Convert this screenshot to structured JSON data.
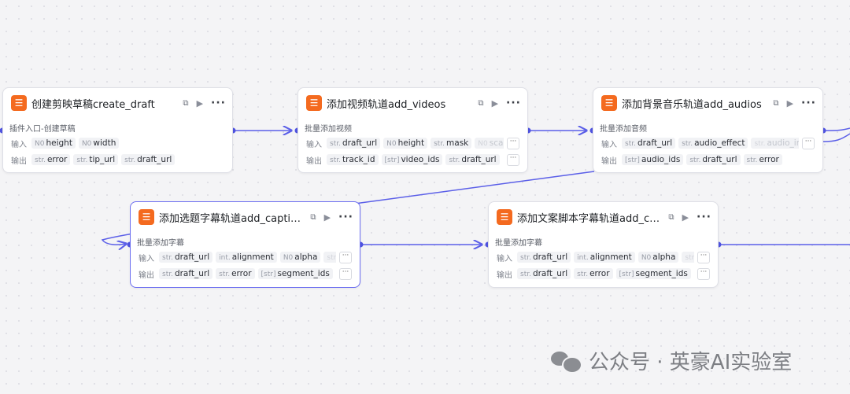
{
  "nodes": [
    {
      "title": "创建剪映草稿create_draft",
      "description": "插件入口-创建草稿",
      "input_label": "输入",
      "output_label": "输出",
      "inputs": [
        {
          "type": "N0",
          "name": "height"
        },
        {
          "type": "N0",
          "name": "width"
        }
      ],
      "outputs": [
        {
          "type": "str.",
          "name": "error"
        },
        {
          "type": "str.",
          "name": "tip_url"
        },
        {
          "type": "str.",
          "name": "draft_url"
        }
      ]
    },
    {
      "title": "添加视频轨道add_videos",
      "description": "批量添加视频",
      "input_label": "输入",
      "output_label": "输出",
      "inputs": [
        {
          "type": "str.",
          "name": "draft_url"
        },
        {
          "type": "N0",
          "name": "height"
        },
        {
          "type": "str.",
          "name": "mask"
        },
        {
          "type": "N0",
          "name": "scale"
        }
      ],
      "outputs": [
        {
          "type": "str.",
          "name": "track_id"
        },
        {
          "type": "[str]",
          "name": "video_ids"
        },
        {
          "type": "str.",
          "name": "draft_url"
        }
      ]
    },
    {
      "title": "添加背景音乐轨道add_audios",
      "description": "批量添加音频",
      "input_label": "输入",
      "output_label": "输出",
      "inputs": [
        {
          "type": "str.",
          "name": "draft_url"
        },
        {
          "type": "str.",
          "name": "audio_effect"
        },
        {
          "type": "str.",
          "name": "audio_inf"
        }
      ],
      "outputs": [
        {
          "type": "[str]",
          "name": "audio_ids"
        },
        {
          "type": "str.",
          "name": "draft_url"
        },
        {
          "type": "str.",
          "name": "error"
        }
      ]
    },
    {
      "title": "添加选题字幕轨道add_capti…",
      "description": "批量添加字幕",
      "input_label": "输入",
      "output_label": "输出",
      "inputs": [
        {
          "type": "str.",
          "name": "draft_url"
        },
        {
          "type": "int.",
          "name": "alignment"
        },
        {
          "type": "N0",
          "name": "alpha"
        },
        {
          "type": "str.",
          "name": ""
        }
      ],
      "outputs": [
        {
          "type": "str.",
          "name": "draft_url"
        },
        {
          "type": "str.",
          "name": "error"
        },
        {
          "type": "[str]",
          "name": "segment_ids"
        }
      ]
    },
    {
      "title": "添加文案脚本字幕轨道add_c…",
      "description": "批量添加字幕",
      "input_label": "输入",
      "output_label": "输出",
      "inputs": [
        {
          "type": "str.",
          "name": "draft_url"
        },
        {
          "type": "int.",
          "name": "alignment"
        },
        {
          "type": "N0",
          "name": "alpha"
        },
        {
          "type": "str.",
          "name": ""
        }
      ],
      "outputs": [
        {
          "type": "str.",
          "name": "draft_url"
        },
        {
          "type": "str.",
          "name": "error"
        },
        {
          "type": "[str]",
          "name": "segment_ids"
        }
      ]
    }
  ],
  "ellipsis": "···",
  "watermark": "公众号 · 英豪AI实验室",
  "colors": {
    "accent": "#5b5fe8",
    "logo": "#f46a1f",
    "canvas": "#f4f4f6"
  }
}
